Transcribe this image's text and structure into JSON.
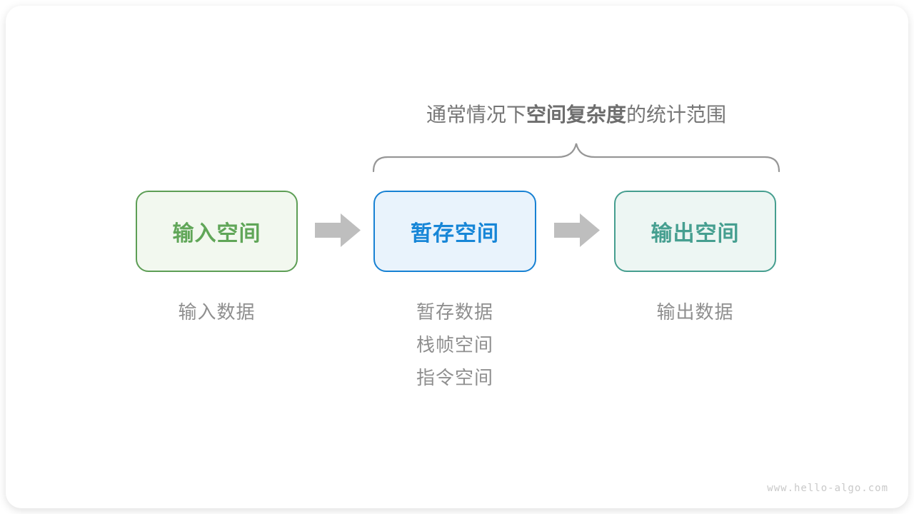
{
  "window": {
    "watermark": "www.hello-algo.com"
  },
  "annotation": {
    "title_prefix": "通常情况下",
    "title_bold": "空间复杂度",
    "title_suffix": "的统计范围"
  },
  "flow": {
    "nodes": [
      {
        "id": "input-space",
        "label": "输入空间",
        "border_color": "#5d9e55",
        "fill_color": "#f2f8ef",
        "text_color": "#60a658"
      },
      {
        "id": "temp-space",
        "label": "暂存空间",
        "border_color": "#1781d3",
        "fill_color": "#e9f3fc",
        "text_color": "#1786d7"
      },
      {
        "id": "output-space",
        "label": "输出空间",
        "border_color": "#459e8f",
        "fill_color": "#edf6f3",
        "text_color": "#469f90"
      }
    ],
    "arrow_color": "#bebebe"
  },
  "captions": {
    "input": "输入数据",
    "temp_lines": [
      "暂存数据",
      "栈帧空间",
      "指令空间"
    ],
    "output": "输出数据"
  },
  "colors": {
    "title_text": "#767676",
    "caption_text": "#8f8f8f",
    "brace_stroke": "#979797",
    "watermark_text": "#c9c9c9",
    "card_background": "#ffffff"
  }
}
